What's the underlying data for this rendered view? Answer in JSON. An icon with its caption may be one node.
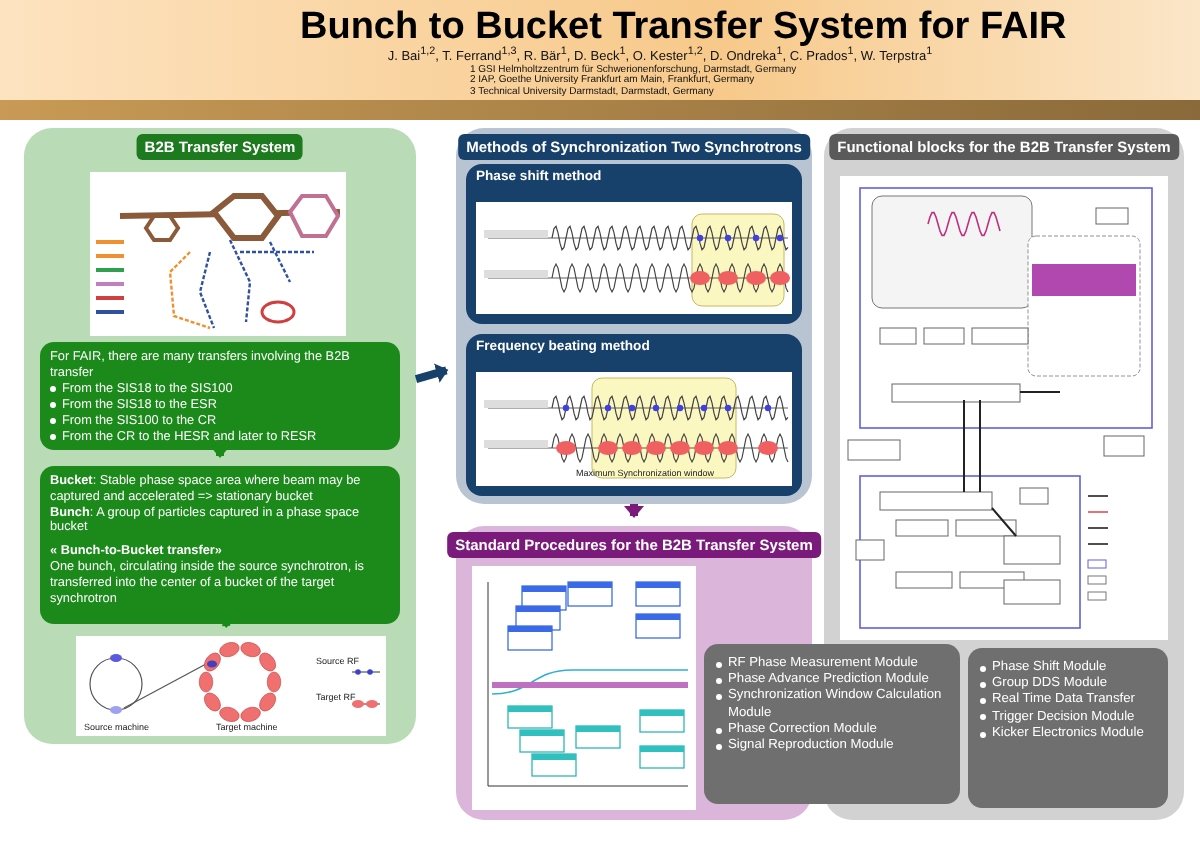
{
  "diagram": {
    "title": "Bunch to Bucket Transfer System for FAIR",
    "nodes": [
      {
        "text": [
          "B2B Transfer System"
        ]
      },
      {
        "text": [],
        "shape": "picture",
        "in": 0
      },
      {
        "text": [
          "For FAIR, there are many transfers involving the B2B transfer",
          "From the SIS18 to the SIS100",
          "From the SIS18 to the ESR",
          "From the SIS100 to the CR",
          "From the CR to the HESR and later to RESR"
        ],
        "in": 0
      },
      {
        "text": [
          "**Bucket**: Stable phase space area where beam may be captured and accelerated => stationary bucket",
          "**Bunch**: A group of particles captured in a phase space bucket",
          "« Bunch-to-Bucket transfer»",
          "One bunch, circulating inside the source synchrotron, is transferred into the center of a bucket of the target synchrotron"
        ],
        "in": 0
      },
      {
        "text": [
          "Source machine",
          "Target machine",
          "Source RF",
          "Target RF"
        ],
        "in": 0
      },
      {
        "text": [
          "Methods of Synchronization Two Synchrotrons"
        ]
      },
      {
        "text": [
          "Phase shift method"
        ],
        "in": 5
      },
      {
        "text": [],
        "shape": "picture",
        "in": 6
      },
      {
        "text": [
          "Frequency beating method"
        ],
        "in": 5
      },
      {
        "text": [
          "Maximum Synchronization window"
        ],
        "in": 8
      },
      {
        "text": [
          "Standard Procedures for the B2B Transfer System"
        ]
      },
      {
        "text": [],
        "shape": "picture",
        "in": 10
      },
      {
        "text": [
          "RF Phase Measurement Module",
          "Phase Advance Prediction Module",
          "Synchronization Window Calculation Module",
          "Phase Correction Module",
          "Signal Reproduction Module"
        ]
      },
      {
        "text": [
          "Functional blocks for the B2B Transfer System"
        ]
      },
      {
        "text": [],
        "shape": "picture",
        "in": 13
      },
      {
        "text": [
          "Phase Shift Module",
          "Group DDS Module",
          "Real Time Data Transfer",
          "Trigger Decision Module",
          "Kicker Electronics Module"
        ],
        "in": 13
      }
    ],
    "edges": [
      {
        "from": 2,
        "to": 3,
        "arrow": "to",
        "color": "#1a8a1a"
      },
      {
        "from": 3,
        "to": 4,
        "arrow": "to",
        "color": "#1a8a1a"
      },
      {
        "from": 0,
        "to": 5,
        "arrow": "to",
        "color": "#17406b"
      },
      {
        "from": 5,
        "to": 10,
        "arrow": "to",
        "color": "#7a1a7a"
      }
    ],
    "labels": [
      "J. Bai$^{1,2}$, T. Ferrand$^{1,3}$, R. Bär$^{1}$, D. Beck$^{1}$, O. Kester$^{1,2}$, D. Ondreka$^{1}$, C. Prados$^{1}$, W. Terpstra$^{1}$",
      "1 GSI Helmholtzzentrum für Schwerionenforschung, Darmstadt, Germany",
      "2 IAP, Goethe University Frankfurt am Main, Frankfurt, Germany",
      "3 Technical University Darmstadt, Darmstadt, Germany"
    ]
  }
}
